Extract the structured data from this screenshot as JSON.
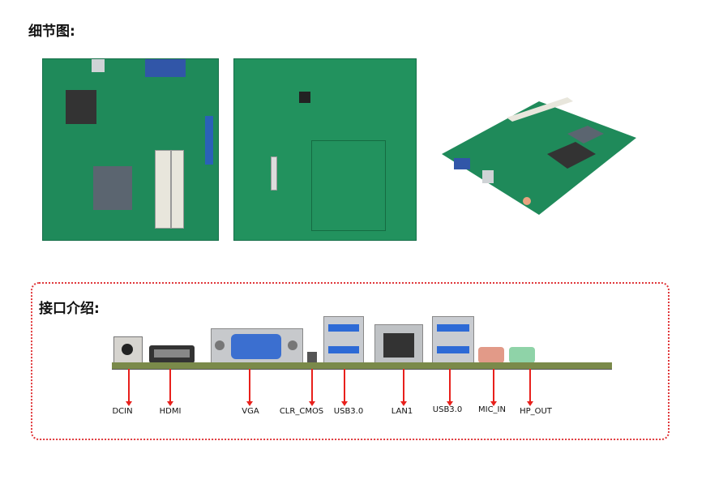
{
  "detail_section": {
    "title": "细节图:"
  },
  "interface_section": {
    "title": "接口介绍:",
    "ports": [
      {
        "label": "DCIN"
      },
      {
        "label": "HDMI"
      },
      {
        "label": "VGA"
      },
      {
        "label": "CLR_CMOS"
      },
      {
        "label": "USB3.0"
      },
      {
        "label": "LAN1"
      },
      {
        "label": "USB3.0"
      },
      {
        "label": "MIC_IN"
      },
      {
        "label": "HP_OUT"
      }
    ]
  },
  "colors": {
    "accent": "#e8201c",
    "pcb": "#1f8a5a"
  }
}
